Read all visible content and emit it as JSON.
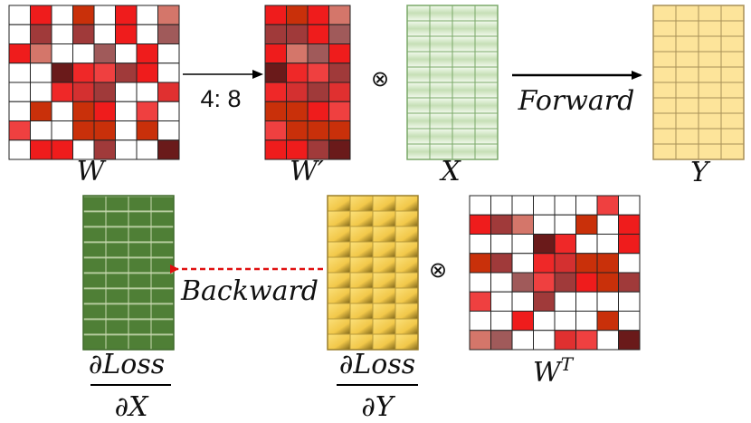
{
  "labels": {
    "w": "W",
    "w_prime": "W′",
    "x": "X",
    "y": "Y",
    "w_t": "W",
    "w_t_sup": "T",
    "sparsity": "4: 8",
    "forward": "Forward",
    "backward": "Backward",
    "dl_num": "∂Loss",
    "dlx_den": "∂X",
    "dly_den": "∂Y",
    "otimes": "⊗"
  },
  "colors": {
    "empty": "#ffffff",
    "grid_line": "#222222",
    "x_fill": "#c7e0b8",
    "x_line": "#7aa868",
    "y_fill": "#fde49a",
    "y_line": "#a89058",
    "dy_fill": "#f5cf55",
    "dy_shade": "#8a6d1e",
    "dx_fill": "#4f7f36",
    "dx_line": "#c9d9b0",
    "arrow": "#000000",
    "backward_arrow": "#e01010"
  },
  "matrices": {
    "w": {
      "rows": 8,
      "cols": 8,
      "cells": [
        [
          ".",
          "#ef1c1c",
          ".",
          "#c9300a",
          ".",
          "#ef1c1c",
          ".",
          "#d4766a"
        ],
        [
          ".",
          "#a03a3a",
          ".",
          "#a03a3a",
          ".",
          "#ef1c1c",
          ".",
          "#a05a5a"
        ],
        [
          "#ef1c1c",
          "#d4766a",
          ".",
          ".",
          "#a05a5a",
          ".",
          "#ef1c1c",
          "."
        ],
        [
          ".",
          ".",
          "#6a1a1a",
          "#ef2828",
          "#ef4040",
          "#a03a3a",
          "#ef1c1c",
          "."
        ],
        [
          ".",
          ".",
          "#ef2828",
          "#d43030",
          "#a03a3a",
          ".",
          ".",
          "#e03030"
        ],
        [
          ".",
          "#c9300a",
          ".",
          "#c9300a",
          "#ef1c1c",
          ".",
          "#ef4040",
          "."
        ],
        [
          "#ef4040",
          ".",
          ".",
          "#c9300a",
          "#c9300a",
          ".",
          "#c9300a",
          "."
        ],
        [
          ".",
          "#ef1c1c",
          "#ef1c1c",
          ".",
          "#a03a3a",
          ".",
          ".",
          "#6a1a1a"
        ]
      ]
    },
    "w_prime": {
      "rows": 8,
      "cols": 4,
      "cells": [
        [
          "#ef1c1c",
          "#c9300a",
          "#ef1c1c",
          "#d4766a"
        ],
        [
          "#a03a3a",
          "#a03a3a",
          "#ef1c1c",
          "#a05a5a"
        ],
        [
          "#ef1c1c",
          "#d4766a",
          "#a05a5a",
          "#ef1c1c"
        ],
        [
          "#6a1a1a",
          "#ef2828",
          "#ef4040",
          "#a03a3a"
        ],
        [
          "#ef2828",
          "#d43030",
          "#a03a3a",
          "#e03030"
        ],
        [
          "#c9300a",
          "#c9300a",
          "#ef1c1c",
          "#ef4040"
        ],
        [
          "#ef4040",
          "#c9300a",
          "#c9300a",
          "#c9300a"
        ],
        [
          "#ef1c1c",
          "#ef1c1c",
          "#a03a3a",
          "#6a1a1a"
        ]
      ]
    },
    "w_t": {
      "rows": 8,
      "cols": 8,
      "cells": [
        [
          ".",
          ".",
          ".",
          ".",
          ".",
          ".",
          "#ef4040",
          "."
        ],
        [
          "#ef1c1c",
          "#a03a3a",
          "#d4766a",
          ".",
          ".",
          "#c9300a",
          ".",
          "#ef1c1c"
        ],
        [
          ".",
          ".",
          ".",
          "#6a1a1a",
          "#ef2828",
          ".",
          ".",
          "#ef1c1c"
        ],
        [
          "#c9300a",
          "#a03a3a",
          ".",
          "#ef2828",
          "#d43030",
          "#c9300a",
          "#c9300a",
          "."
        ],
        [
          ".",
          ".",
          "#a05a5a",
          "#ef4040",
          "#a03a3a",
          "#ef1c1c",
          "#c9300a",
          "#a03a3a"
        ],
        [
          "#ef4040",
          ".",
          ".",
          "#a03a3a",
          ".",
          ".",
          ".",
          "."
        ],
        [
          ".",
          ".",
          "#ef1c1c",
          ".",
          ".",
          ".",
          "#c9300a",
          "."
        ],
        [
          "#d4766a",
          "#a05a5a",
          ".",
          ".",
          "#e03030",
          "#ef4040",
          ".",
          "#6a1a1a"
        ]
      ]
    }
  }
}
